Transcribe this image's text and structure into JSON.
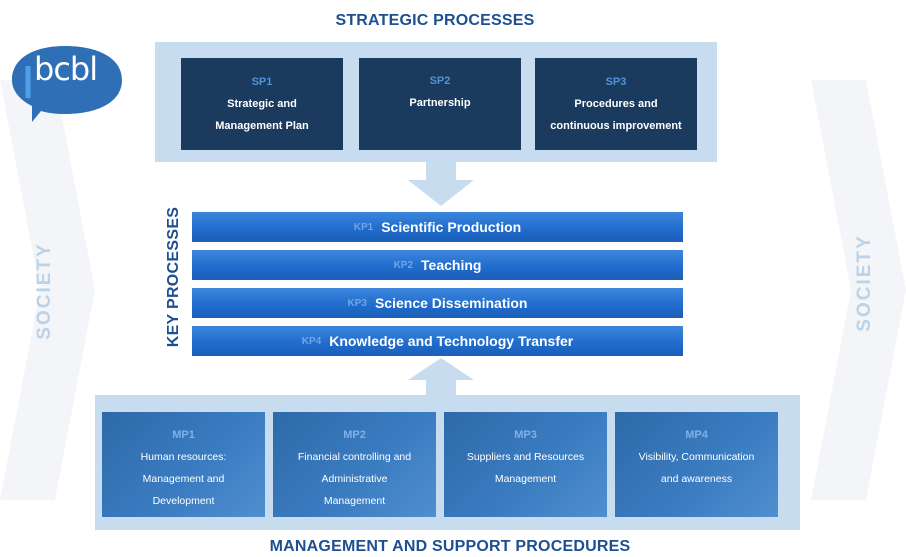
{
  "society_left": "SOCIETY",
  "society_right": "SOCIETY",
  "logo": {
    "text": "bcbl",
    "color": "#2f6fb6"
  },
  "strategic": {
    "title": "STRATEGIC PROCESSES",
    "boxes": [
      {
        "code": "SP1",
        "line1": "Strategic and",
        "line2": "Management Plan"
      },
      {
        "code": "SP2",
        "line1": "Partnership",
        "line2": ""
      },
      {
        "code": "SP3",
        "line1": "Procedures and",
        "line2": "continuous improvement"
      }
    ]
  },
  "key": {
    "title": "KEY PROCESSES",
    "bars": [
      {
        "code": "KP1",
        "label": "Scientific Production"
      },
      {
        "code": "KP2",
        "label": "Teaching"
      },
      {
        "code": "KP3",
        "label": "Science Dissemination"
      },
      {
        "code": "KP4",
        "label": "Knowledge and Technology Transfer"
      }
    ]
  },
  "management": {
    "title": "MANAGEMENT AND SUPPORT  PROCEDURES",
    "boxes": [
      {
        "code": "MP1",
        "line1": "Human resources:",
        "line2": "Management and",
        "line3": "Development"
      },
      {
        "code": "MP2",
        "line1": "Financial controlling  and",
        "line2": "Administrative",
        "line3": "Management"
      },
      {
        "code": "MP3",
        "line1": "Suppliers and Resources",
        "line2": "Management",
        "line3": ""
      },
      {
        "code": "MP4",
        "line1": "Visibility, Communication",
        "line2": "and awareness",
        "line3": ""
      }
    ]
  }
}
